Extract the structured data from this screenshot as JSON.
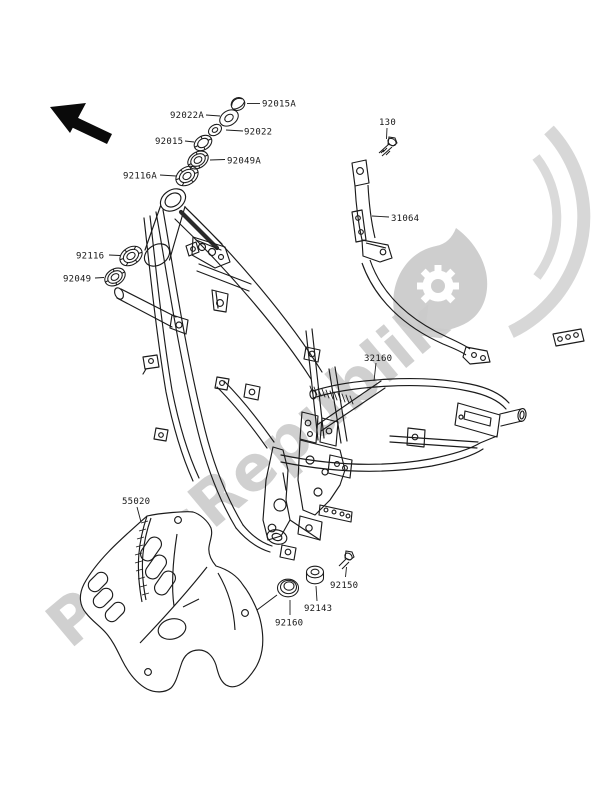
{
  "diagram": {
    "kind": "motorcycle-frame-exploded-parts-diagram",
    "watermark": {
      "text": "PartsRepublik",
      "color": "#cbcbcb"
    },
    "labels": [
      {
        "part": "92015A"
      },
      {
        "part": "92022A"
      },
      {
        "part": "92022"
      },
      {
        "part": "92015"
      },
      {
        "part": "92049A"
      },
      {
        "part": "92116A"
      },
      {
        "part": "92116"
      },
      {
        "part": "92049"
      },
      {
        "part": "130"
      },
      {
        "part": "31064"
      },
      {
        "part": "32160"
      },
      {
        "part": "55020"
      },
      {
        "part": "92150"
      },
      {
        "part": "92143"
      },
      {
        "part": "92160"
      }
    ]
  }
}
